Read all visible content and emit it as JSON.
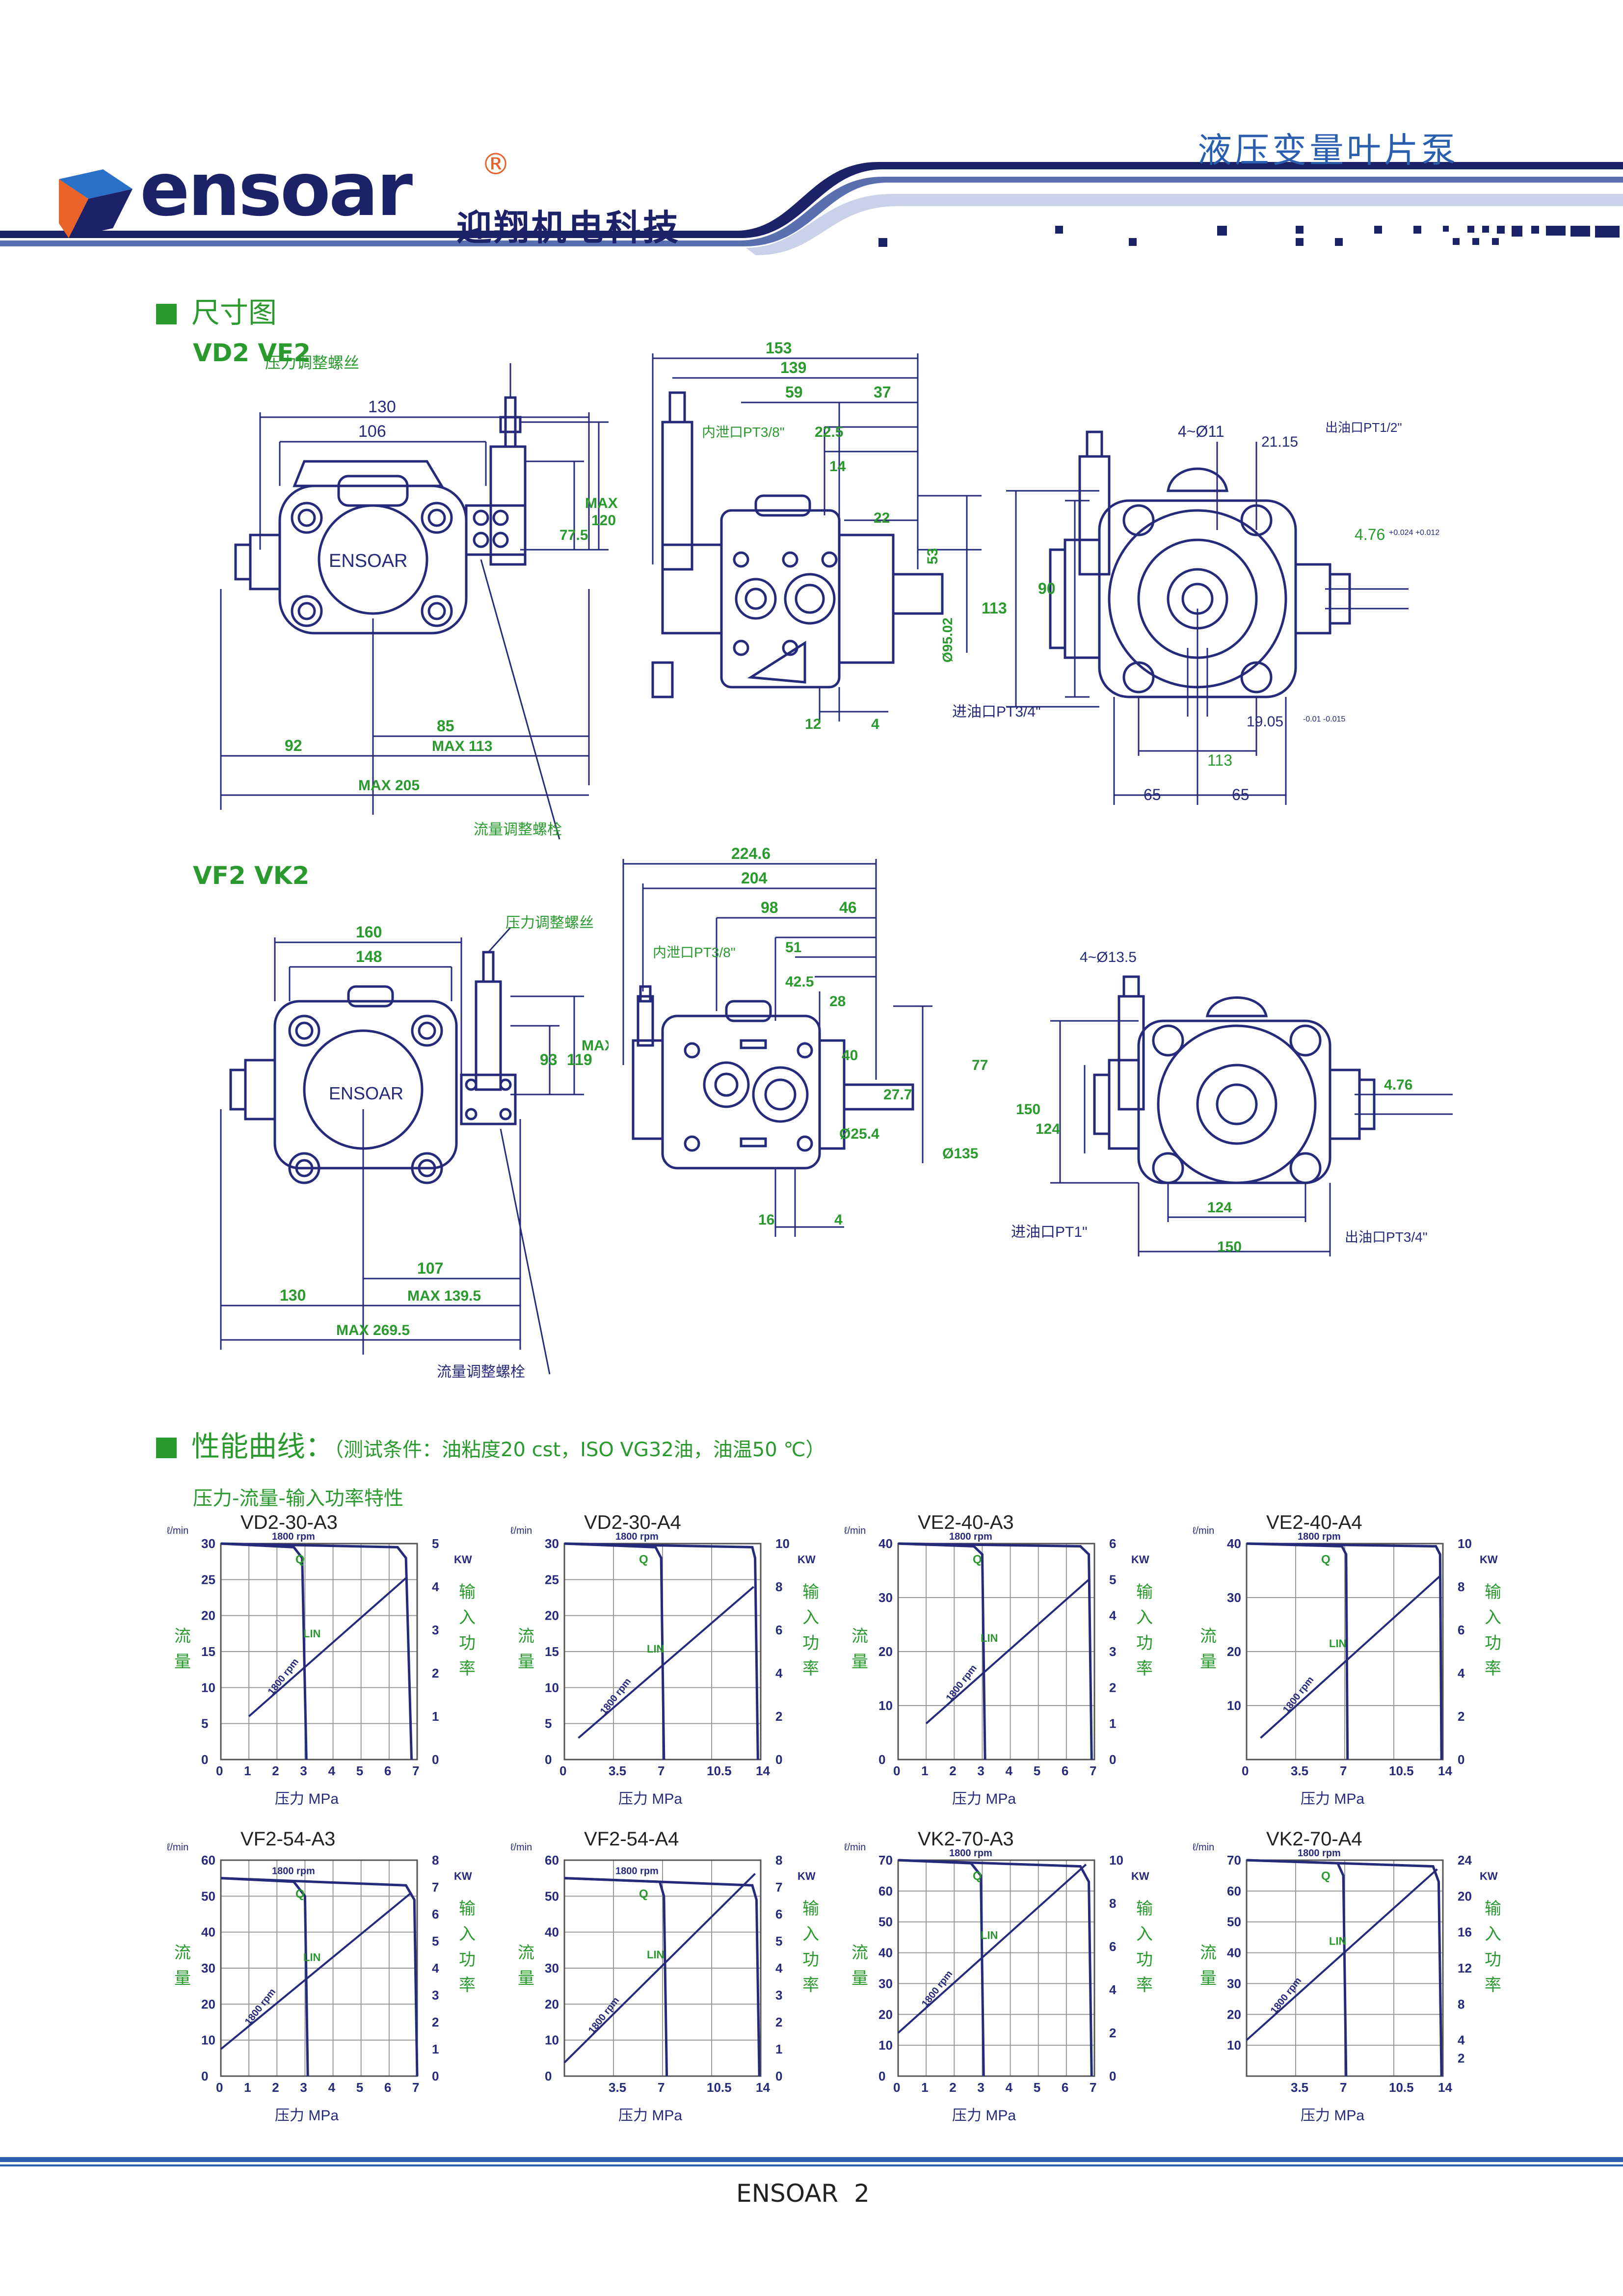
{
  "header": {
    "brand": "ensoar",
    "registered": "®",
    "company_cn": "迎翔机电科技",
    "page_title": "液压变量叶片泵"
  },
  "section_dims": {
    "title": "尺寸图",
    "model1": "VD2 VE2",
    "model2": "VF2 VK2"
  },
  "d1": {
    "pressure_screw": "压力调整螺丝",
    "flow_bolt": "流量调整螺栓",
    "nameplate": "ENSOAR",
    "dims": {
      "a130": "130",
      "a106": "106",
      "max": "MAX",
      "a120": "120",
      "a77": "77.5",
      "a85": "85",
      "a92": "92",
      "max113": "MAX 113",
      "max205": "MAX 205"
    }
  },
  "d2": {
    "drain": "内泄口PT3/8\"",
    "dims": {
      "a153": "153",
      "a139": "139",
      "a59": "59",
      "a37": "37",
      "a22_5": "22.5",
      "a14": "14",
      "a22": "22",
      "a53": "53",
      "a95": "Ø95.02",
      "a12": "12",
      "a4": "4"
    }
  },
  "d3": {
    "holes": "4~Ø11",
    "outlet": "出油口PT1/2\"",
    "inlet": "进油口PT3/4\"",
    "dims": {
      "a21": "21.15",
      "a4_76": "4.76",
      "a90": "90",
      "a113v": "113",
      "a19": "19.05",
      "a113": "113",
      "a65l": "65",
      "a65r": "65",
      "t476": "+0.024 +0.012",
      "t19": "-0.01 -0.015"
    }
  },
  "d4": {
    "pressure_screw": "压力调整螺丝",
    "flow_bolt": "流量调整螺栓",
    "nameplate": "ENSOAR",
    "dims": {
      "a160": "160",
      "a148": "148",
      "max": "MAX",
      "a93": "93",
      "a119": "119",
      "a107": "107",
      "a130": "130",
      "max139": "MAX 139.5",
      "max269": "MAX 269.5"
    }
  },
  "d5": {
    "drain": "内泄口PT3/8\"",
    "dims": {
      "a224": "224.6",
      "a204": "204",
      "a98": "98",
      "a46": "46",
      "a51": "51",
      "a42": "42.5",
      "a28": "28",
      "a40": "40",
      "a77": "77",
      "a27": "27.7",
      "a25": "Ø25.4",
      "a135": "Ø135",
      "a16": "16",
      "a4": "4"
    }
  },
  "d6": {
    "holes": "4~Ø13.5",
    "inlet": "进油口PT1\"",
    "outlet": "出油口PT3/4\"",
    "dims": {
      "a476": "4.76",
      "a150": "150",
      "a124v": "124",
      "a124": "124",
      "a150h": "150"
    }
  },
  "section_perf": {
    "title": "性能曲线：",
    "conditions": "（测试条件：油粘度20 cst，ISO VG32油，油温50 ℃）",
    "subtitle": "压力-流量-输入功率特性"
  },
  "chart_labels": {
    "flow_axis": "流量",
    "power_axis": "输入功率",
    "pressure_axis": "压力 MPa",
    "flow_unit": "ℓ/min",
    "power_unit": "KW",
    "rpm": "1800 rpm",
    "q": "Q",
    "lin": "LIN"
  },
  "chart_data": [
    {
      "type": "line",
      "title": "VD2-30-A3",
      "x": [
        0,
        1,
        2,
        3,
        4,
        5,
        6,
        7
      ],
      "xticks": [
        "0",
        "1",
        "2",
        "3",
        "4",
        "5",
        "6",
        "7"
      ],
      "ylim": [
        0,
        30
      ],
      "yticks": [
        0,
        5,
        10,
        15,
        20,
        25,
        30
      ],
      "y2ticks": [
        0,
        1,
        2,
        3,
        4,
        5
      ],
      "y2lim": [
        0,
        5
      ],
      "series": [
        {
          "name": "Q",
          "x": [
            0,
            2.6,
            2.9,
            3.05
          ],
          "y": [
            30,
            29.5,
            28,
            0
          ]
        },
        {
          "name": "Q",
          "x": [
            0,
            6.3,
            6.6,
            6.8
          ],
          "y": [
            30,
            29.5,
            28,
            0
          ]
        },
        {
          "name": "LIN",
          "x": [
            1,
            6.6
          ],
          "y": [
            1,
            4.2
          ]
        }
      ]
    },
    {
      "type": "line",
      "title": "VD2-30-A4",
      "x": [
        0,
        3.5,
        7,
        10.5,
        14
      ],
      "xticks": [
        "0",
        "3.5",
        "7",
        "10.5",
        "14"
      ],
      "ylim": [
        0,
        30
      ],
      "yticks": [
        0,
        5,
        10,
        15,
        20,
        25,
        30
      ],
      "y2ticks": [
        0,
        2,
        4,
        6,
        8,
        10
      ],
      "y2lim": [
        0,
        10
      ],
      "series": [
        {
          "name": "Q",
          "x": [
            0,
            6.5,
            6.9,
            7.1
          ],
          "y": [
            30,
            29.5,
            28,
            0
          ]
        },
        {
          "name": "Q",
          "x": [
            0,
            13.4,
            13.6,
            13.8
          ],
          "y": [
            30,
            29.5,
            28,
            0
          ]
        },
        {
          "name": "LIN",
          "x": [
            1,
            13.5
          ],
          "y": [
            1,
            8
          ]
        }
      ]
    },
    {
      "type": "line",
      "title": "VE2-40-A3",
      "x": [
        0,
        1,
        2,
        3,
        4,
        5,
        6,
        7
      ],
      "xticks": [
        "0",
        "1",
        "2",
        "3",
        "4",
        "5",
        "6",
        "7"
      ],
      "ylim": [
        0,
        40
      ],
      "yticks": [
        0,
        10,
        20,
        30,
        40
      ],
      "y2ticks": [
        0,
        1,
        2,
        3,
        4,
        5,
        6
      ],
      "y2lim": [
        0,
        6
      ],
      "series": [
        {
          "name": "Q",
          "x": [
            0,
            2.7,
            3.0,
            3.1
          ],
          "y": [
            40,
            39.5,
            38,
            0
          ]
        },
        {
          "name": "Q",
          "x": [
            0,
            6.5,
            6.8,
            6.9
          ],
          "y": [
            40,
            39.5,
            38,
            0
          ]
        },
        {
          "name": "LIN",
          "x": [
            1,
            6.8
          ],
          "y": [
            1,
            5
          ]
        }
      ]
    },
    {
      "type": "line",
      "title": "VE2-40-A4",
      "x": [
        0,
        3.5,
        7,
        10.5,
        14
      ],
      "xticks": [
        "0",
        "3.5",
        "7",
        "10.5",
        "14"
      ],
      "ylim": [
        0,
        40
      ],
      "yticks": [
        10,
        20,
        30,
        40
      ],
      "y2ticks": [
        0,
        2,
        4,
        6,
        8,
        10
      ],
      "y2lim": [
        0,
        10
      ],
      "series": [
        {
          "name": "Q",
          "x": [
            0,
            6.8,
            7.1,
            7.2
          ],
          "y": [
            40,
            39.5,
            38,
            0
          ]
        },
        {
          "name": "Q",
          "x": [
            0,
            13.5,
            13.8,
            13.9
          ],
          "y": [
            40,
            39.5,
            38,
            0
          ]
        },
        {
          "name": "LIN",
          "x": [
            1,
            13.8
          ],
          "y": [
            1,
            8.5
          ]
        }
      ]
    },
    {
      "type": "line",
      "title": "VF2-54-A3",
      "x": [
        0,
        1,
        2,
        3,
        4,
        5,
        6,
        7
      ],
      "xticks": [
        "0",
        "1",
        "2",
        "3",
        "4",
        "5",
        "6",
        "7"
      ],
      "ylim": [
        0,
        60
      ],
      "yticks": [
        0,
        10,
        20,
        30,
        40,
        50,
        60
      ],
      "y2ticks": [
        0,
        1,
        2,
        3,
        4,
        5,
        6,
        7,
        8
      ],
      "y2lim": [
        0,
        8
      ],
      "series": [
        {
          "name": "Q",
          "x": [
            0,
            2.6,
            3.0,
            3.1
          ],
          "y": [
            55,
            54,
            50,
            0
          ]
        },
        {
          "name": "Q",
          "x": [
            0,
            6.6,
            6.9,
            7.0
          ],
          "y": [
            55,
            53,
            49,
            0
          ]
        },
        {
          "name": "LIN",
          "x": [
            0,
            6.8
          ],
          "y": [
            1,
            6.8
          ]
        }
      ]
    },
    {
      "type": "line",
      "title": "VF2-54-A4",
      "x": [
        0,
        3.5,
        7,
        10.5,
        14
      ],
      "xticks": [
        "",
        "3.5",
        "7",
        "10.5",
        "14"
      ],
      "ylim": [
        0,
        60
      ],
      "yticks": [
        0,
        10,
        20,
        30,
        40,
        50,
        60
      ],
      "y2ticks": [
        0,
        1,
        2,
        3,
        4,
        5,
        6,
        7,
        8
      ],
      "y2lim": [
        0,
        8
      ],
      "series": [
        {
          "name": "Q",
          "x": [
            0,
            6.8,
            7.1,
            7.3
          ],
          "y": [
            55,
            54,
            50,
            0
          ]
        },
        {
          "name": "Q",
          "x": [
            0,
            13.4,
            13.7,
            13.9
          ],
          "y": [
            55,
            53,
            49,
            0
          ]
        },
        {
          "name": "LIN",
          "x": [
            0,
            13.6
          ],
          "y": [
            0.5,
            7.5
          ]
        }
      ]
    },
    {
      "type": "line",
      "title": "VK2-70-A3",
      "x": [
        0,
        1,
        2,
        3,
        4,
        5,
        6,
        7
      ],
      "xticks": [
        "0",
        "1",
        "2",
        "3",
        "4",
        "5",
        "6",
        "7"
      ],
      "ylim": [
        0,
        70
      ],
      "yticks": [
        0,
        10,
        20,
        30,
        40,
        50,
        60,
        70
      ],
      "y2ticks": [
        0,
        2,
        4,
        6,
        8,
        10
      ],
      "y2lim": [
        0,
        10
      ],
      "series": [
        {
          "name": "Q",
          "x": [
            0,
            2.6,
            2.95,
            3.05
          ],
          "y": [
            70,
            69,
            65,
            0
          ]
        },
        {
          "name": "Q",
          "x": [
            0,
            6.5,
            6.8,
            6.9
          ],
          "y": [
            70,
            68,
            63,
            0
          ]
        },
        {
          "name": "LIN",
          "x": [
            0,
            6.7
          ],
          "y": [
            2,
            9.8
          ]
        }
      ]
    },
    {
      "type": "line",
      "title": "VK2-70-A4",
      "x": [
        0,
        3.5,
        7,
        10.5,
        14
      ],
      "xticks": [
        "",
        "3.5",
        "7",
        "10.5",
        "14"
      ],
      "ylim": [
        0,
        70
      ],
      "yticks": [
        10,
        20,
        30,
        40,
        50,
        60,
        70
      ],
      "y2ticks": [
        2,
        4,
        8,
        12,
        16,
        20,
        24
      ],
      "y2lim": [
        0,
        24
      ],
      "series": [
        {
          "name": "Q",
          "x": [
            0,
            6.5,
            6.9,
            7.1
          ],
          "y": [
            70,
            69,
            65,
            0
          ]
        },
        {
          "name": "Q",
          "x": [
            0,
            13.3,
            13.7,
            13.9
          ],
          "y": [
            70,
            68,
            63,
            0
          ]
        },
        {
          "name": "LIN",
          "x": [
            0,
            13.6
          ],
          "y": [
            4,
            23
          ]
        }
      ]
    }
  ],
  "footer": {
    "brand": "ENSOAR",
    "page": "2"
  },
  "colors": {
    "green": "#2a9a2e",
    "navy": "#262a7a",
    "orange": "#e8622a",
    "blue": "#2a6fc8",
    "grid": "#9a9a9a"
  }
}
